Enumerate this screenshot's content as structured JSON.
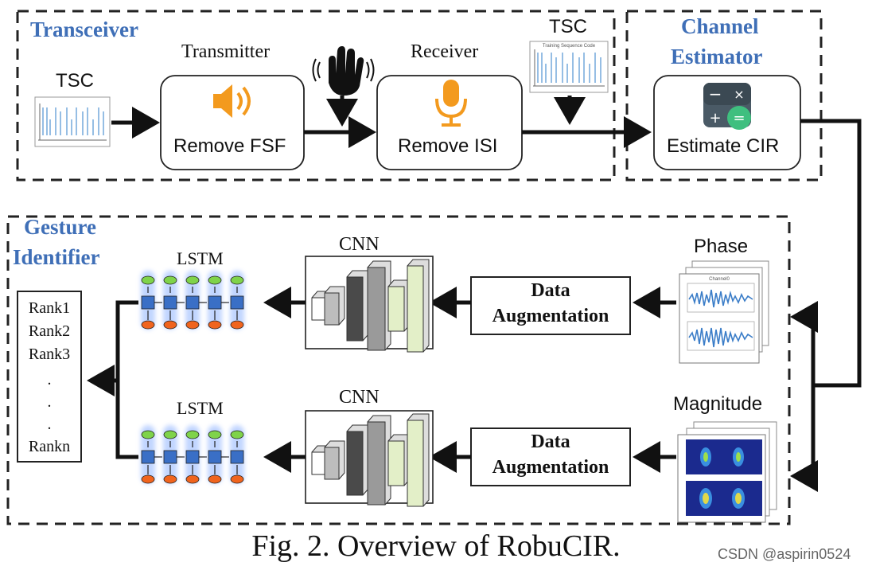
{
  "sections": {
    "transceiver": "Transceiver",
    "channel_estimator_line1": "Channel",
    "channel_estimator_line2": "Estimator",
    "gesture_identifier_line1": "Gesture",
    "gesture_identifier_line2": "Identifier"
  },
  "top_row": {
    "tsc_left": "TSC",
    "transmitter_title": "Transmitter",
    "transmitter_box": "Remove FSF",
    "receiver_title": "Receiver",
    "receiver_box": "Remove ISI",
    "tsc_right": "TSC",
    "estimator_box": "Estimate CIR",
    "tsc_plot_caption": "Training Sequence Code"
  },
  "gesture": {
    "phase_label": "Phase",
    "magnitude_label": "Magnitude",
    "channel_plot_caption": "Channel0",
    "cnn_label": "CNN",
    "lstm_label": "LSTM",
    "data_aug_line1": "Data",
    "data_aug_line2": "Augmentation",
    "ranks": [
      "Rank1",
      "Rank2",
      "Rank3",
      ".",
      ".",
      ".",
      "Rankn"
    ]
  },
  "caption": "Fig. 2.  Overview of RobuCIR.",
  "watermark": "CSDN @aspirin0524",
  "icons": [
    "speaker-icon",
    "microphone-icon",
    "hand-gesture-icon",
    "calculator-icon"
  ],
  "colors": {
    "section_title": "#3f6fb7",
    "icon_orange": "#f39a1e",
    "lstm_cell": "#3a6fc6",
    "lstm_output": "#7fd34a",
    "lstm_input": "#f0641e"
  }
}
